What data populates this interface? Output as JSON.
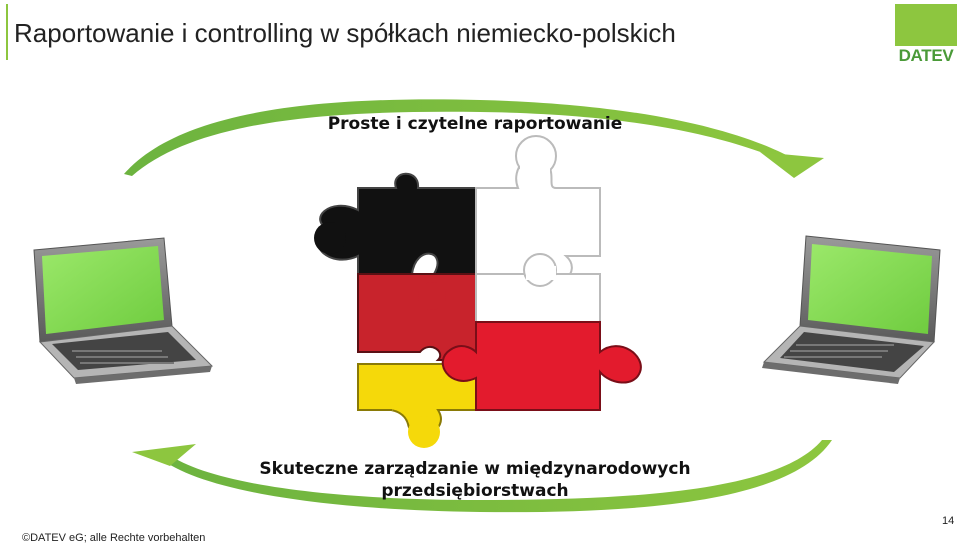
{
  "slide": {
    "title": "Raportowanie i controlling w spółkach niemiecko-polskich",
    "top_caption": "Proste i czytelne raportowanie",
    "bottom_caption_line1": "Skuteczne zarządzanie w międzynarodowych",
    "bottom_caption_line2": "przedsiębiorstwach",
    "footer": "©DATEV eG; alle Rechte vorbehalten",
    "page_number": "14"
  },
  "logo": {
    "text": "DATEV",
    "color": "#8dc63f"
  },
  "colors": {
    "accent": "#8dc63f",
    "screen": "#8ee05a",
    "german_black": "#111111",
    "german_red": "#c8232c",
    "german_gold": "#f5d90a",
    "polish_white": "#ffffff",
    "polish_red": "#e31b2d"
  },
  "icons": [
    "laptop-icon",
    "arrow-icon",
    "puzzle-icon"
  ]
}
